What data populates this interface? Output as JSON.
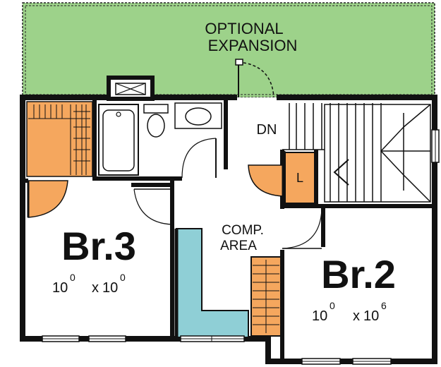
{
  "labels": {
    "optional_line1": "OPTIONAL",
    "optional_line2": "EXPANSION",
    "stairs_dn": "DN",
    "linen_closet": "L",
    "comp_line1": "COMP.",
    "comp_line2": "AREA"
  },
  "rooms": {
    "br3": {
      "name": "Br.3",
      "w_ft": "10",
      "w_in": "0",
      "x": "x",
      "l_ft": "10",
      "l_in": "0"
    },
    "br2": {
      "name": "Br.2",
      "w_ft": "10",
      "w_in": "0",
      "x": "x",
      "l_ft": "10",
      "l_in": "6"
    }
  },
  "colors": {
    "expansion_fill": "#9dd28a",
    "closet_fill": "#f5a75e",
    "counter_fill": "#8fcfd6",
    "wall": "#111111",
    "floor": "#ffffff"
  }
}
